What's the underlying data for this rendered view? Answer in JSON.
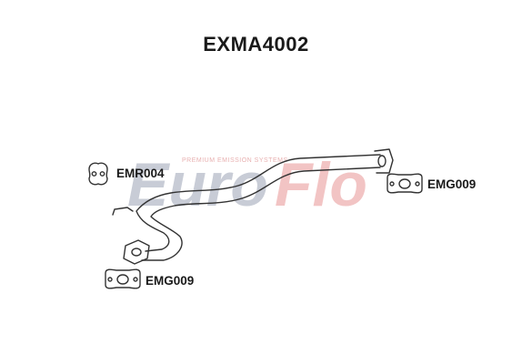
{
  "diagram": {
    "title": "EXMA4002",
    "watermark": {
      "brand_part1": "Euro",
      "brand_part2": "Flo",
      "tagline": "PREMIUM EMISSION SYSTEMS",
      "color_main": "#c8ccd6",
      "color_accent": "#f2c4c4"
    },
    "parts": [
      {
        "code": "EMR004",
        "type": "rubber-hanger"
      },
      {
        "code": "EMG009",
        "type": "gasket"
      },
      {
        "code": "EMG009",
        "type": "gasket"
      }
    ],
    "line_color": "#333333"
  }
}
